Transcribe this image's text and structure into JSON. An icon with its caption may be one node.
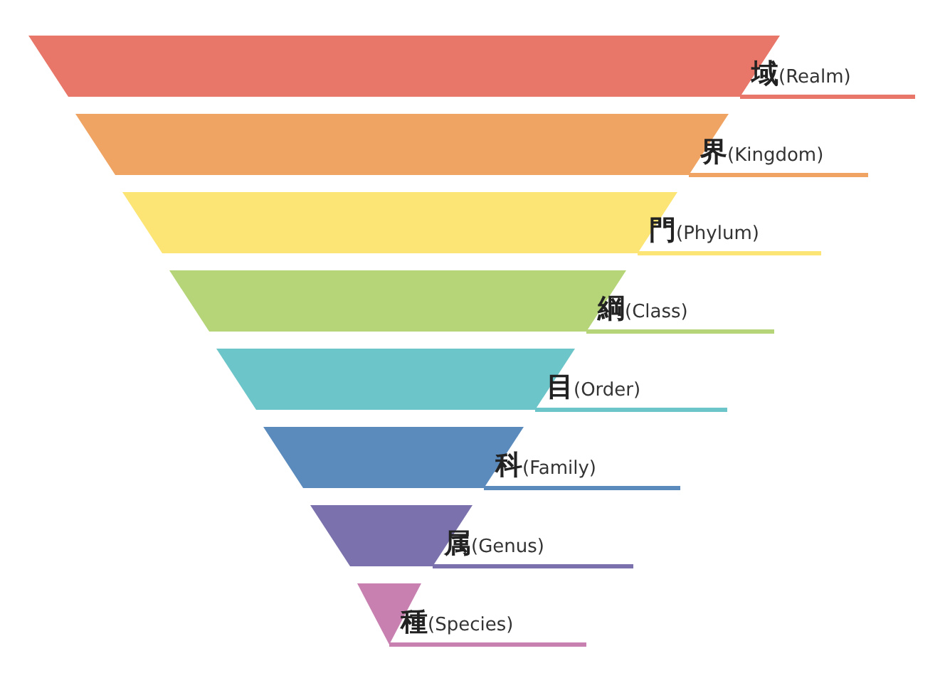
{
  "diagram": {
    "nodes": [
      {
        "text": [
          "**域**(Realm)"
        ]
      },
      {
        "text": [
          "**界**(Kingdom)"
        ]
      },
      {
        "text": [
          "**門**(Phylum)"
        ]
      },
      {
        "text": [
          "**綱**(Class)"
        ]
      },
      {
        "text": [
          "**目**(Order)"
        ]
      },
      {
        "text": [
          "**科**(Family)"
        ]
      },
      {
        "text": [
          "**属**(Genus)"
        ]
      },
      {
        "text": [
          "**種**(Species)"
        ]
      }
    ]
  }
}
